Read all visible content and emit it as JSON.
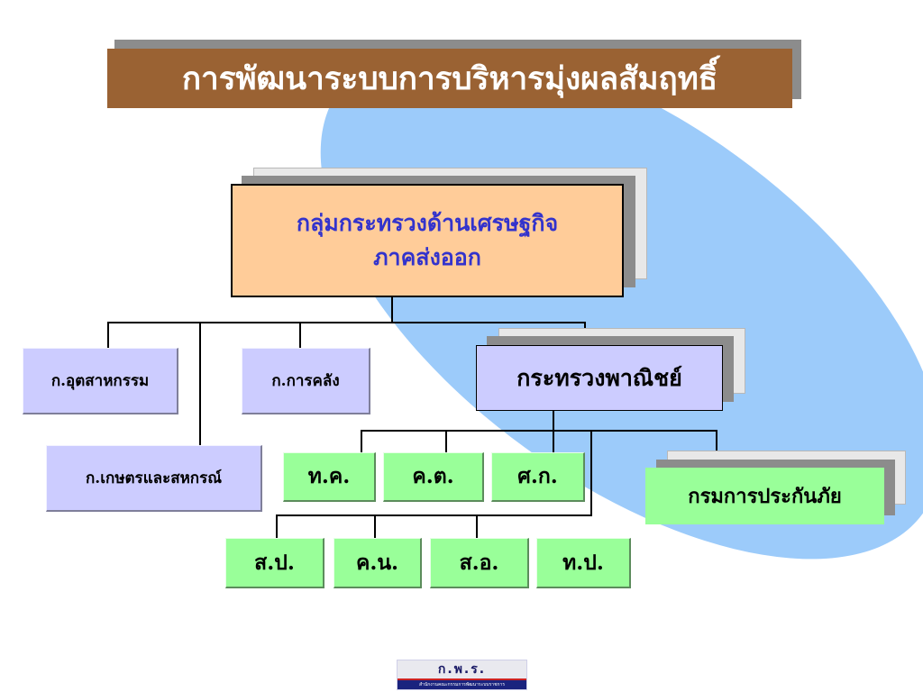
{
  "title": "การพัฒนาระบบการบริหารมุ่งผลสัมฤทธิ์",
  "top_box": {
    "line1": "กลุ่มกระทรวงด้านเศรษฐกิจ",
    "line2": "ภาคส่งออก"
  },
  "ministries": {
    "industry": "ก.อุตสาหกรรม",
    "finance": "ก.การคลัง",
    "commerce": "กระทรวงพาณิชย์",
    "agriculture": "ก.เกษตรและสหกรณ์"
  },
  "departments": {
    "tk": "ท.ค.",
    "kt": "ค.ต.",
    "sk": "ศ.ก.",
    "insurance": "กรมการประกันภัย",
    "sp": "ส.ป.",
    "kn": "ค.น.",
    "so": "ส.อ.",
    "tp": "ท.ป."
  },
  "logo": {
    "abbr": "ก.พ.ร.",
    "caption": "สำนักงานคณะกรรมการพัฒนาระบบราชการ"
  },
  "colors": {
    "title_bg": "#9a6233",
    "top_box_bg": "#ffcc99",
    "top_box_text": "#3333cc",
    "ministry_bg": "#ccccff",
    "department_bg": "#99ff99",
    "ellipse": "#9ccbfa"
  }
}
